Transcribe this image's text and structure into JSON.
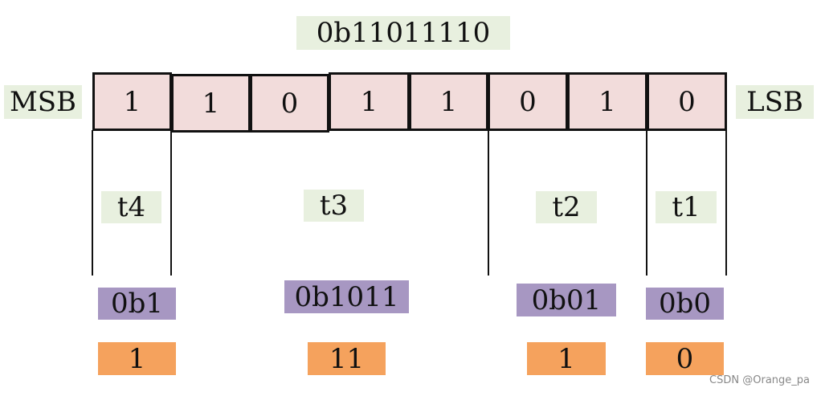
{
  "title": "0b11011110",
  "msb_label": "MSB",
  "lsb_label": "LSB",
  "bits": [
    "1",
    "1",
    "0",
    "1",
    "1",
    "0",
    "1",
    "0"
  ],
  "groups": [
    {
      "name": "t4",
      "binary": "0b1",
      "value": "1"
    },
    {
      "name": "t3",
      "binary": "0b1011",
      "value": "11"
    },
    {
      "name": "t2",
      "binary": "0b01",
      "value": "1"
    },
    {
      "name": "t1",
      "binary": "0b0",
      "value": "0"
    }
  ],
  "colors": {
    "bit_fill": "#f2dcdb",
    "label_green": "#e8f0df",
    "binary_purple": "#a797c2",
    "value_orange": "#f5a25d"
  },
  "watermark": "CSDN @Orange_pa"
}
